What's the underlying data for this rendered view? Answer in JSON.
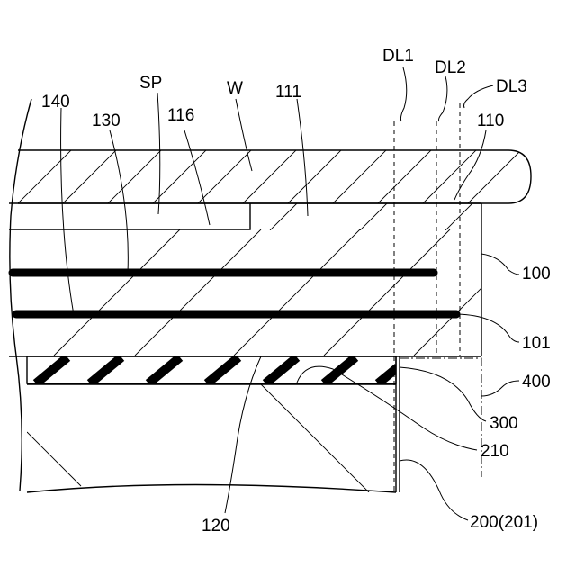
{
  "labels": {
    "dl1": "DL1",
    "dl2": "DL2",
    "dl3": "DL3",
    "sp": "SP",
    "w": "W",
    "l111": "111",
    "l140": "140",
    "l130": "130",
    "l116": "116",
    "l110": "110",
    "l100": "100",
    "l101": "101",
    "l400": "400",
    "l300": "300",
    "l210": "210",
    "l120": "120",
    "l200": "200(201)"
  }
}
